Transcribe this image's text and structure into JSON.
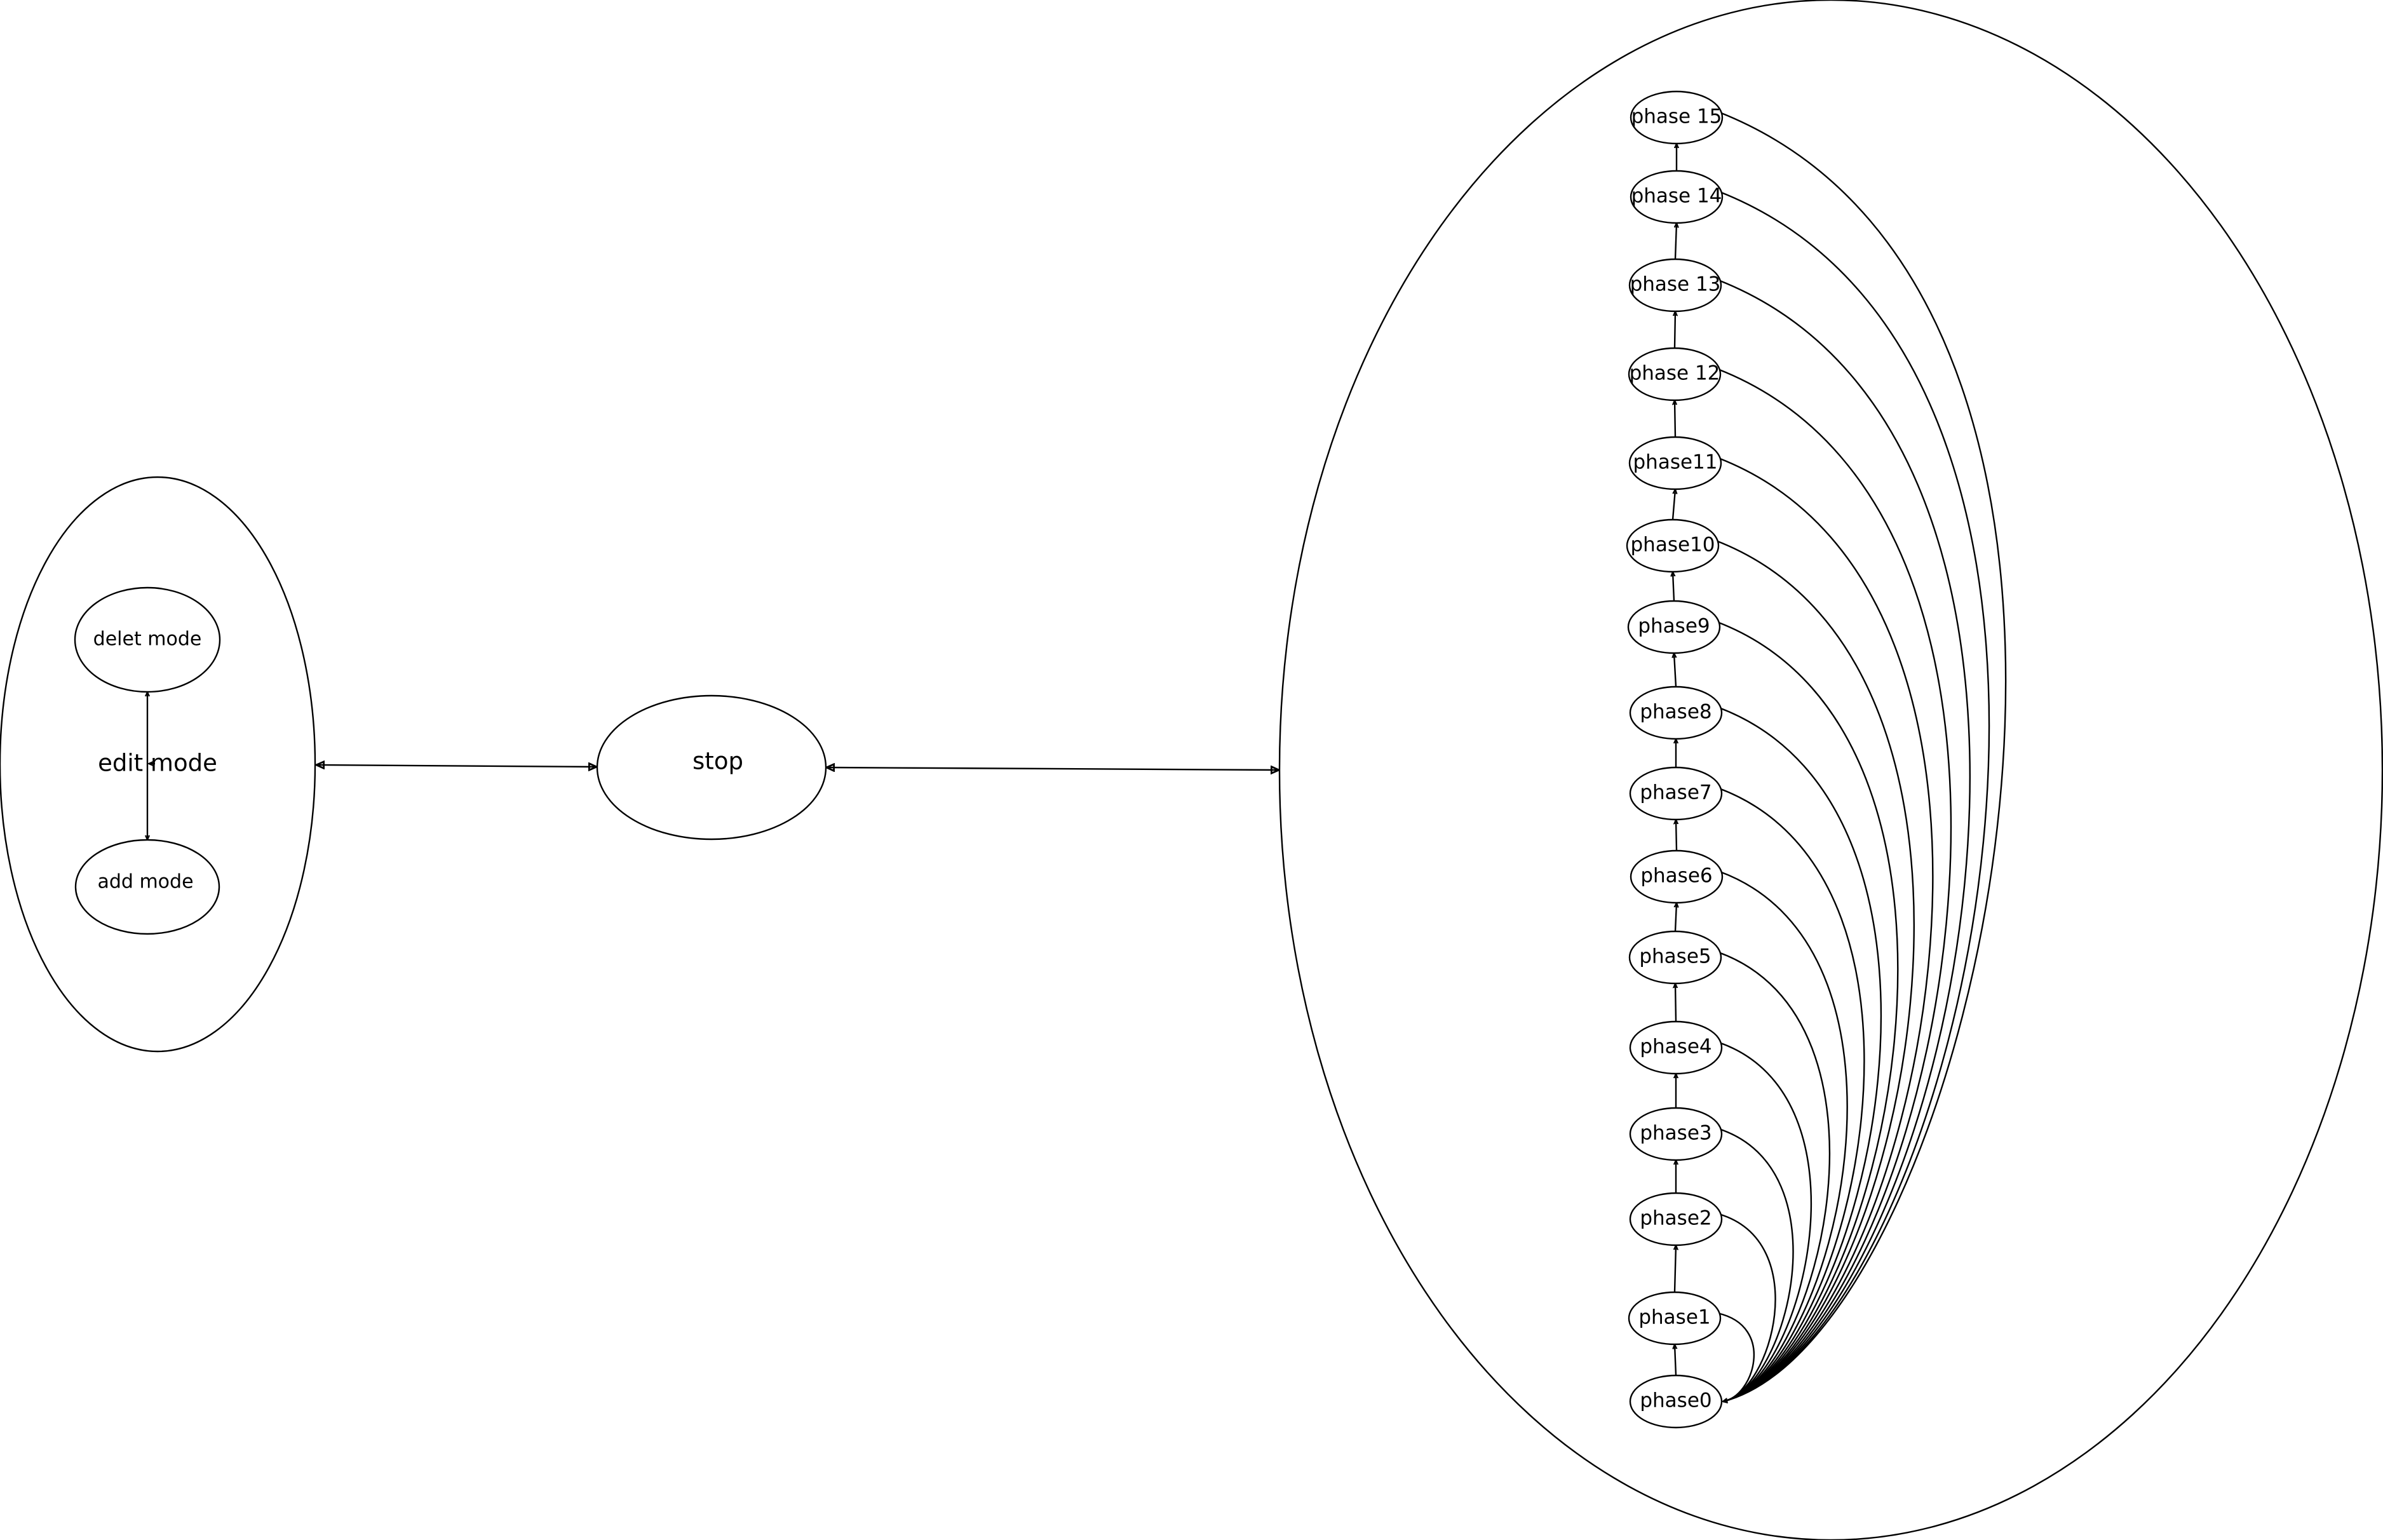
{
  "edit_group": {
    "label": "edit mode",
    "delete_label": "delet mode",
    "add_label": "add mode"
  },
  "stop": {
    "label": "stop"
  },
  "phases": [
    "phase0",
    "phase1",
    "phase2",
    "phase3",
    "phase4",
    "phase5",
    "phase6",
    "phase7",
    "phase8",
    "phase9",
    "phase10",
    "phase11",
    "phase 12",
    "phase 13",
    "phase 14",
    "phase 15"
  ]
}
